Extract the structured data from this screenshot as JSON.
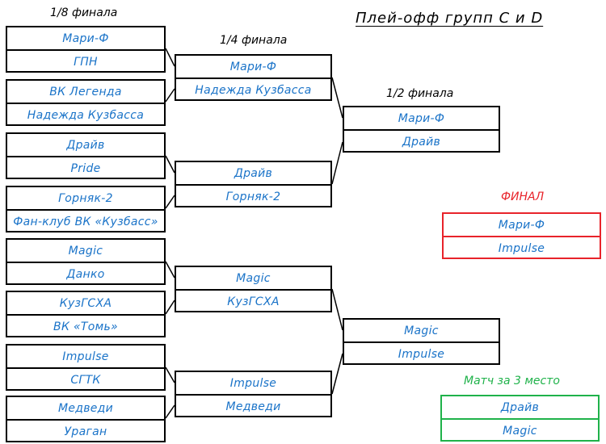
{
  "title": "Плей-офф групп С и D",
  "round_labels": {
    "r16": "1/8 финала",
    "qf": "1/4 финала",
    "sf": "1/2 финала",
    "final": "ФИНАЛ",
    "third": "Матч за 3 место"
  },
  "r16": [
    {
      "top": "Мари-Ф",
      "bottom": "ГПН"
    },
    {
      "top": "ВК Легенда",
      "bottom": "Надежда Кузбасса"
    },
    {
      "top": "Драйв",
      "bottom": "Pride"
    },
    {
      "top": "Горняк-2",
      "bottom": "Фан-клуб ВК «Кузбасс»"
    },
    {
      "top": "Magic",
      "bottom": "Данко"
    },
    {
      "top": "КузГСХА",
      "bottom": "ВК «Томь»"
    },
    {
      "top": "Impulse",
      "bottom": "СГТК"
    },
    {
      "top": "Медведи",
      "bottom": "Ураган"
    }
  ],
  "qf": [
    {
      "top": "Мари-Ф",
      "bottom": "Надежда Кузбасса"
    },
    {
      "top": "Драйв",
      "bottom": "Горняк-2"
    },
    {
      "top": "Magic",
      "bottom": "КузГСХА"
    },
    {
      "top": "Impulse",
      "bottom": "Медведи"
    }
  ],
  "sf": [
    {
      "top": "Мари-Ф",
      "bottom": "Драйв"
    },
    {
      "top": "Magic",
      "bottom": "Impulse"
    }
  ],
  "final": {
    "top": "Мари-Ф",
    "bottom": "Impulse"
  },
  "third": {
    "top": "Драйв",
    "bottom": "Magic"
  },
  "colors": {
    "team_text": "#1a73c8",
    "final": "#e8232a",
    "third": "#1fb24a",
    "line": "#000000"
  }
}
